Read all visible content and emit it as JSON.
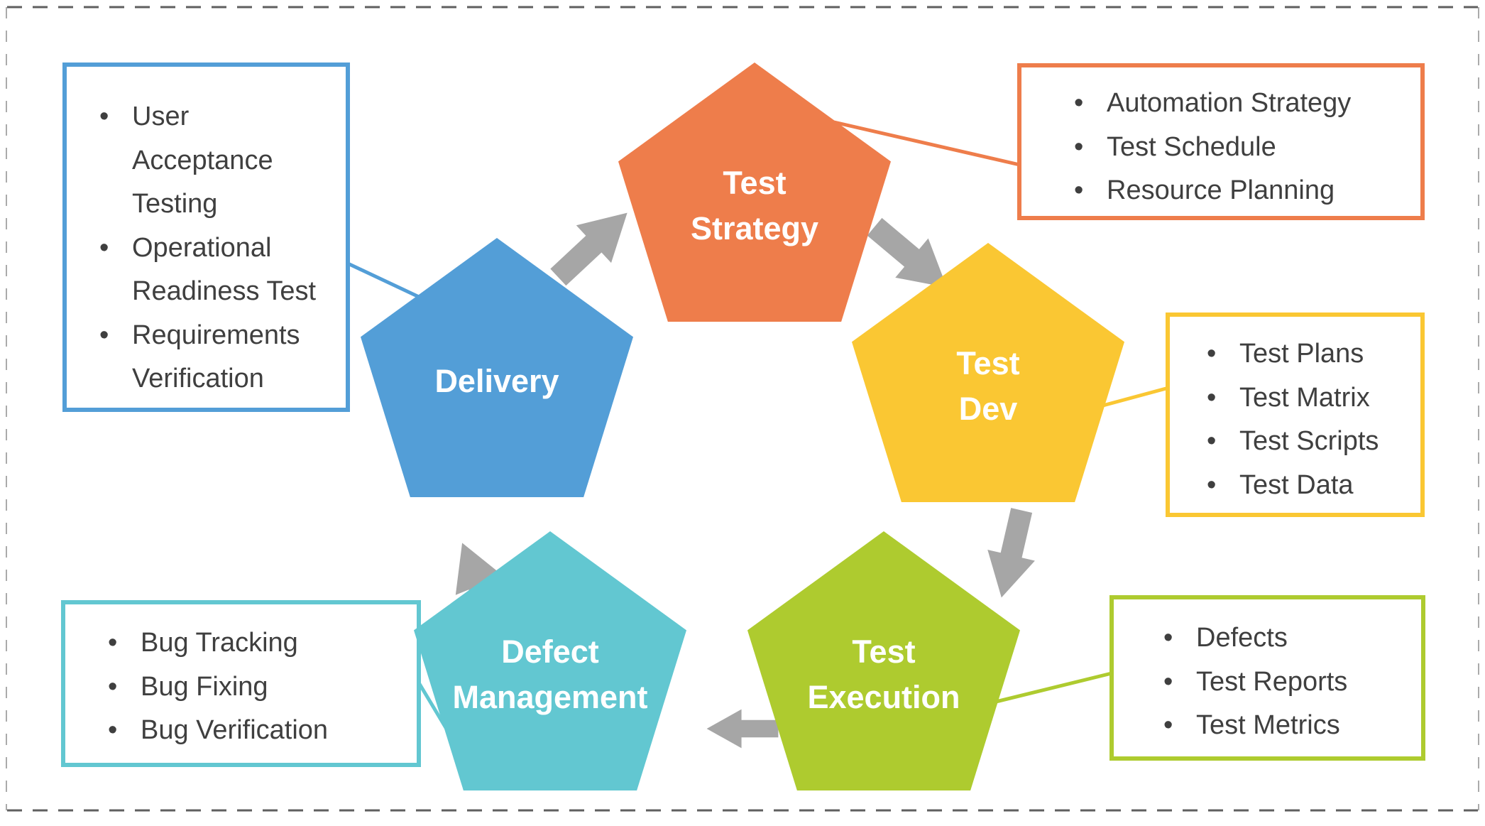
{
  "colors": {
    "orange": "#ee7d4b",
    "yellow": "#fac733",
    "green": "#aecb2f",
    "teal": "#62c7d1",
    "blue": "#539ed7",
    "arrow-gray": "#a6a6a6",
    "text-dark": "#3f3f3f",
    "dash-dark": "#5f5f5f",
    "dash-light": "#ababab"
  },
  "bullet_char": "•",
  "pentagons": {
    "strategy": {
      "label": "Test Strategy",
      "lines": [
        "Test",
        "Strategy"
      ],
      "color": "#ee7d4b"
    },
    "dev": {
      "label": "Test Dev",
      "lines": [
        "Test",
        "Dev"
      ],
      "color": "#fac733"
    },
    "execution": {
      "label": "Test Execution",
      "lines": [
        "Test",
        "Execution"
      ],
      "color": "#aecb2f"
    },
    "defect": {
      "label": "Defect Management",
      "lines": [
        "Defect",
        "Management"
      ],
      "color": "#62c7d1"
    },
    "delivery": {
      "label": "Delivery",
      "lines": [
        "Delivery"
      ],
      "color": "#539ed7"
    }
  },
  "callouts": {
    "strategy": {
      "border": "#ee7d4b",
      "items": [
        "Automation Strategy",
        "Test Schedule",
        "Resource Planning"
      ]
    },
    "dev": {
      "border": "#fac733",
      "items": [
        "Test Plans",
        "Test Matrix",
        "Test Scripts",
        "Test Data"
      ]
    },
    "execution": {
      "border": "#aecb2f",
      "items": [
        "Defects",
        "Test Reports",
        "Test Metrics"
      ]
    },
    "defect": {
      "border": "#62c7d1",
      "items": [
        "Bug Tracking",
        "Bug Fixing",
        "Bug Verification"
      ]
    },
    "delivery": {
      "border": "#539ed7",
      "items": [
        "User Acceptance Testing",
        "Operational Readiness Test",
        "Requirements Verification"
      ]
    }
  }
}
